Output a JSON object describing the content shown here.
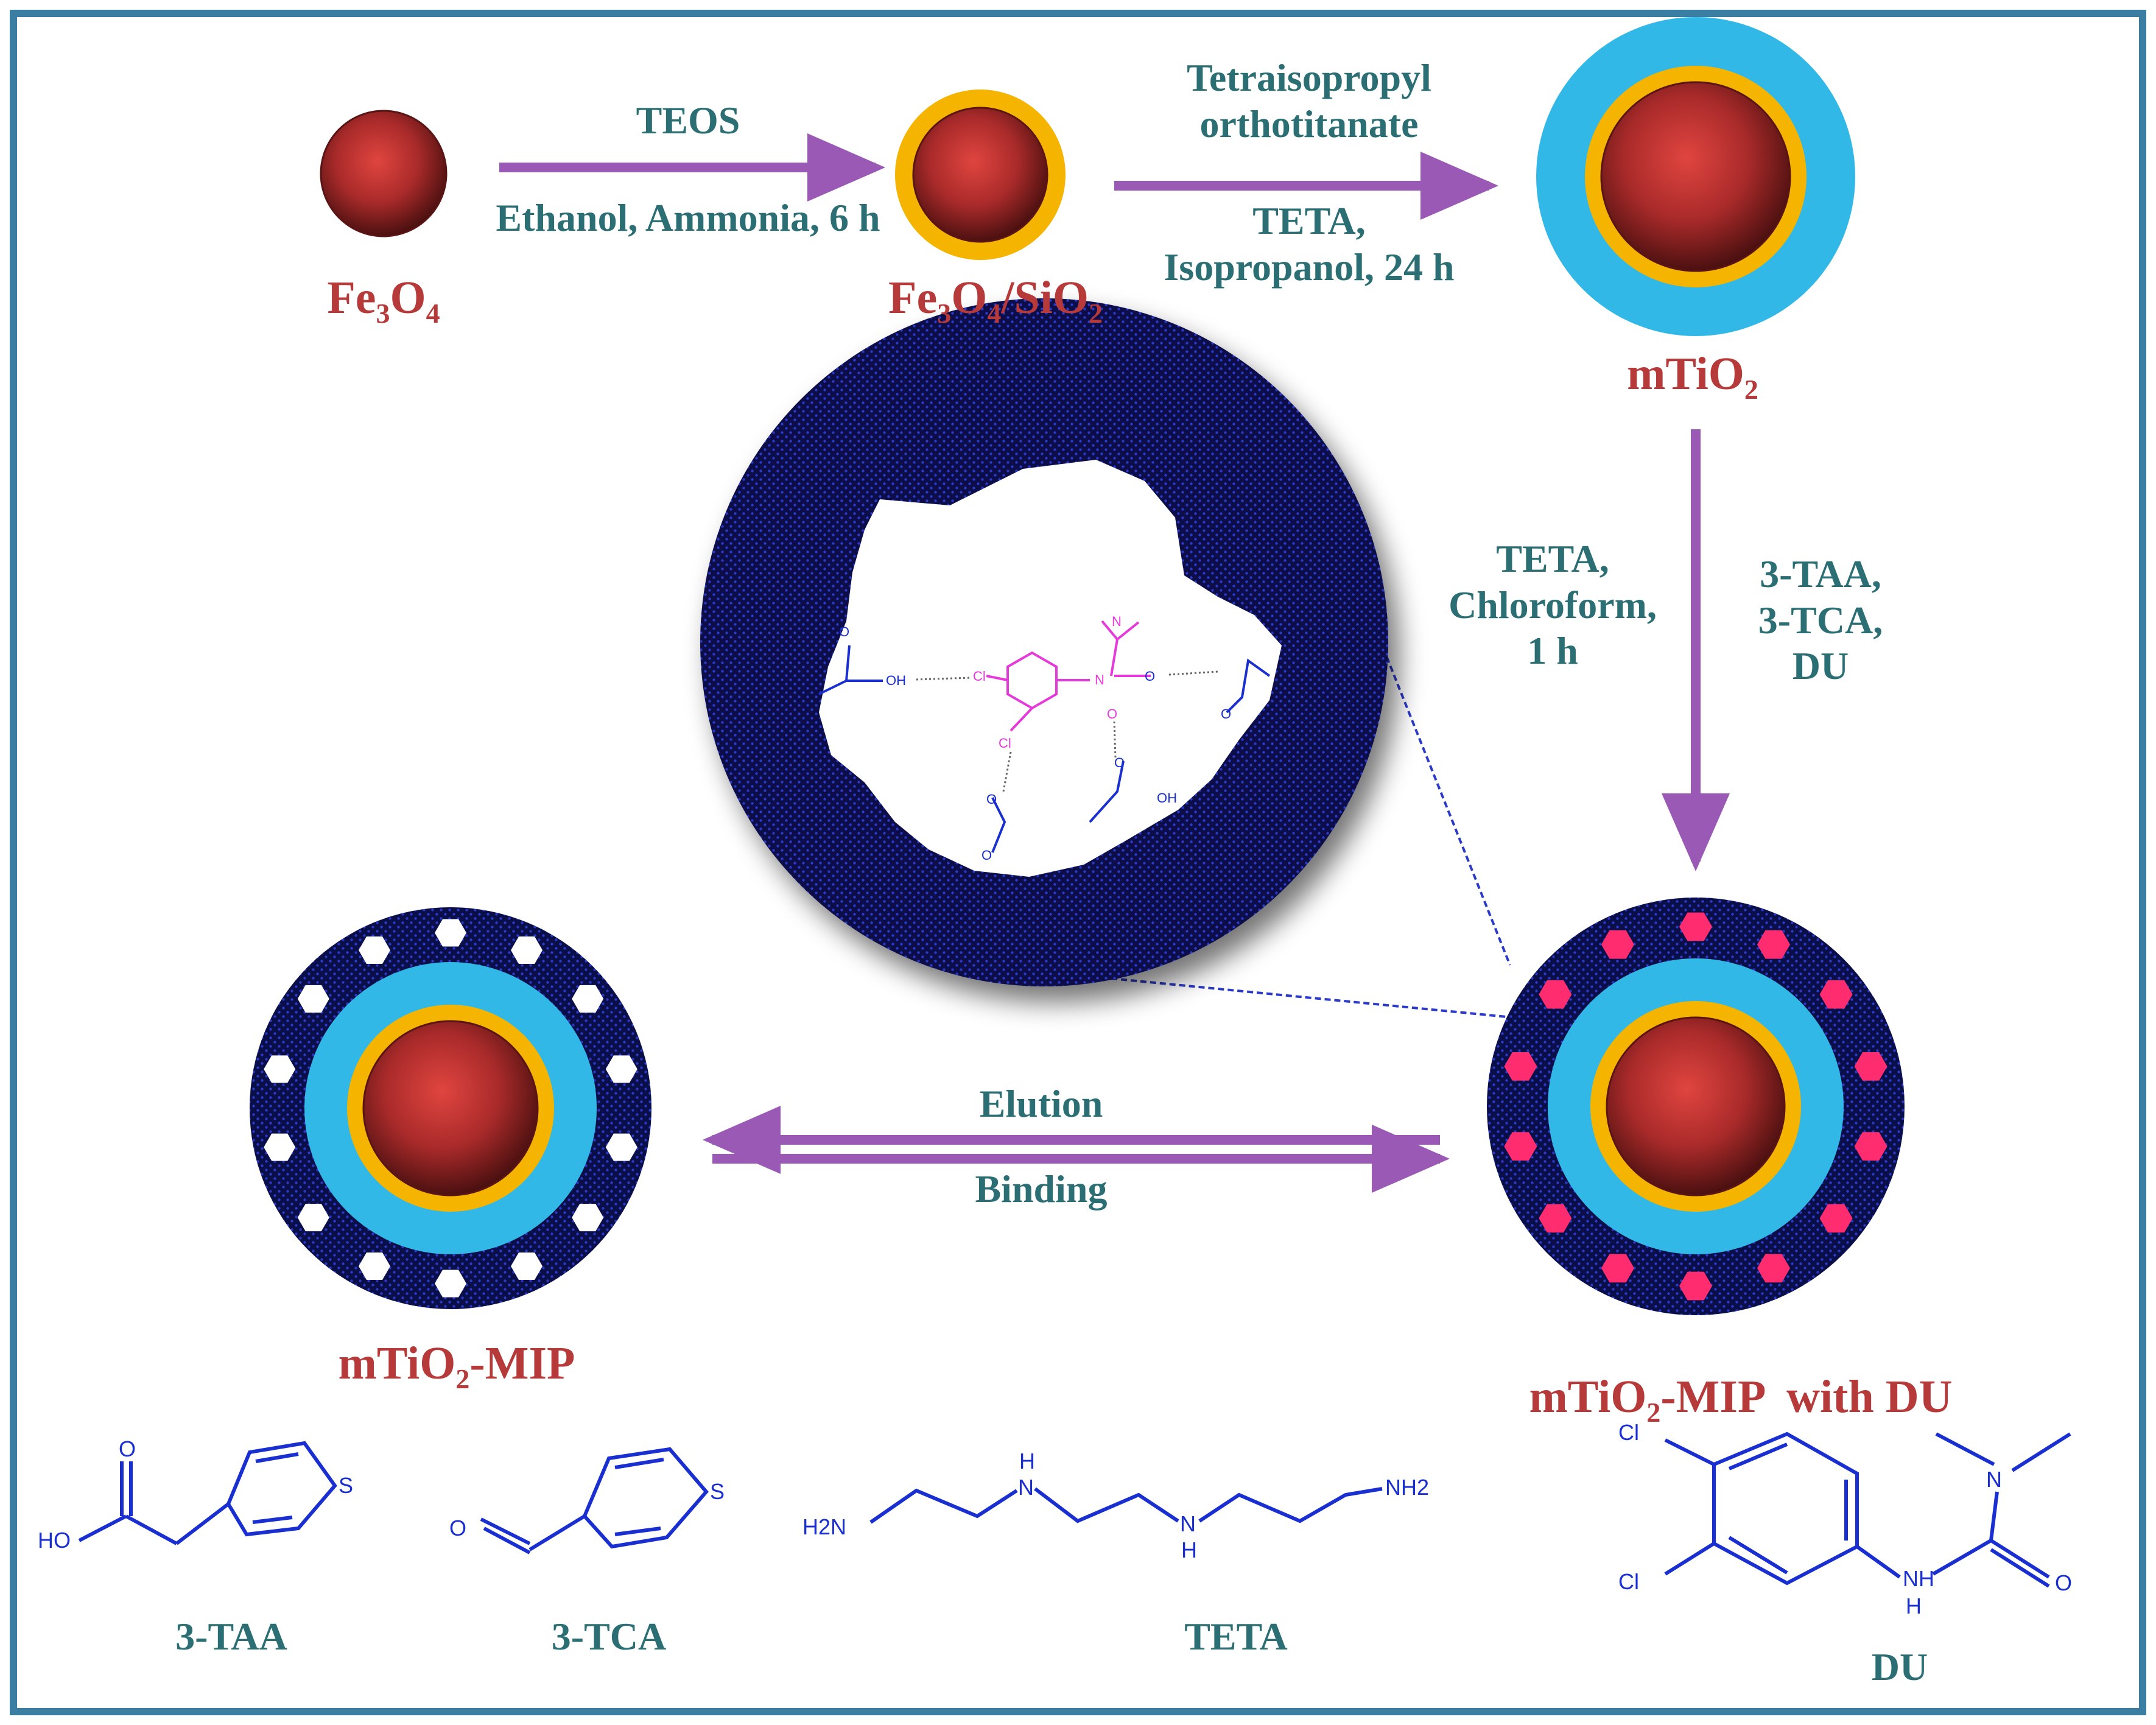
{
  "colors": {
    "frame": "#3b7ea3",
    "arrow": "#9b59b6",
    "core": "#b0252a",
    "silica": "#f5b400",
    "titania": "#32b8e6",
    "polymer": "#0a0f4a",
    "template_dot": "#ff2d6f",
    "label_teal": "#2b6f74",
    "label_red": "#b73a3b",
    "structure_blue": "#1a2fd0",
    "template_magenta": "#e53ad9"
  },
  "icons": {
    "cavity_hexagon": "hexagon-icon",
    "dotted_hbond": "hydrogen-bond-icon"
  },
  "particles": {
    "fe3o4": {
      "base": "Fe",
      "sub1": "3",
      "mid": "O",
      "sub2": "4"
    },
    "fe3o4_sio2": {
      "base": "Fe",
      "sub1": "3",
      "mid": "O",
      "sub2": "4",
      "tail": "/SiO",
      "sub3": "2"
    },
    "mtio2": {
      "base": "mTiO",
      "sub": "2"
    },
    "mip": {
      "base": "mTiO",
      "sub": "2",
      "tail": "-MIP"
    },
    "mip_du": {
      "base": "mTiO",
      "sub": "2",
      "tail": "-MIP  with DU"
    }
  },
  "steps": {
    "step1_top": "TEOS",
    "step1_bottom": "Ethanol, Ammonia, 6 h",
    "step2_top_line1": "Tetraisopropyl",
    "step2_top_line2": "orthotitanate",
    "step2_bottom_line1": "TETA,",
    "step2_bottom_line2": "Isopropanol, 24 h",
    "step3_left_line1": "TETA,",
    "step3_left_line2": "Chloroform,",
    "step3_left_line3": "1 h",
    "step3_right_line1": "3-TAA,",
    "step3_right_line2": "3-TCA,",
    "step3_right_line3": "DU",
    "elution": "Elution",
    "binding": "Binding"
  },
  "structures": {
    "taa": {
      "name": "3-TAA",
      "atoms": {
        "o": "O",
        "ho": "HO",
        "s": "S"
      }
    },
    "tca": {
      "name": "3-TCA",
      "atoms": {
        "o": "O",
        "s": "S"
      }
    },
    "teta": {
      "name": "TETA",
      "atoms": {
        "h2n": "H2N",
        "nh_top": "N",
        "h_top": "H",
        "nh_bottom": "N",
        "h_bottom": "H",
        "nh2": "NH2"
      }
    },
    "du": {
      "name": "DU",
      "atoms": {
        "cl1": "Cl",
        "cl2": "Cl",
        "n_top": "N",
        "nh": "NH",
        "h": "H",
        "o": "O"
      }
    }
  },
  "zoom_inset": {
    "atoms": {
      "o1": "O",
      "oh1": "OH",
      "cl1": "Cl",
      "cl2": "Cl",
      "n_top": "N",
      "o_mid": "O",
      "o_right": "O",
      "n_mid": "N",
      "o_left": "O",
      "o_bot1": "O",
      "o_bot2": "O",
      "oh2": "OH",
      "o_right2": "O"
    }
  }
}
